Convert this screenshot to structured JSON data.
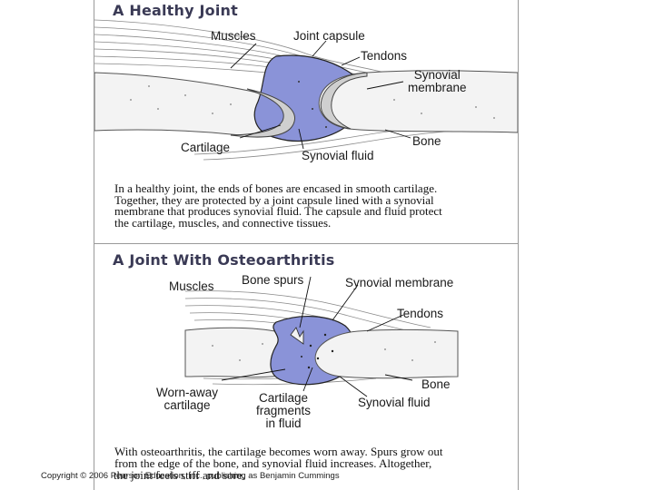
{
  "healthy": {
    "title": "A Healthy Joint",
    "labels": {
      "muscles": "Muscles",
      "joint_capsule": "Joint capsule",
      "tendons": "Tendons",
      "synovial_membrane_1": "Synovial",
      "synovial_membrane_2": "membrane",
      "cartilage": "Cartilage",
      "bone": "Bone",
      "synovial_fluid": "Synovial fluid"
    },
    "caption": [
      "In a healthy joint, the ends of bones are encased in smooth cartilage.",
      "Together, they are protected by a joint capsule lined with a synovial",
      "membrane that produces synovial fluid. The capsule and fluid protect",
      "the cartilage, muscles, and connective tissues."
    ]
  },
  "osteo": {
    "title": "A Joint With Osteoarthritis",
    "labels": {
      "muscles": "Muscles",
      "bone_spurs": "Bone spurs",
      "synovial_membrane": "Synovial membrane",
      "tendons": "Tendons",
      "worn_cartilage_1": "Worn-away",
      "worn_cartilage_2": "cartilage",
      "fragments_1": "Cartilage",
      "fragments_2": "fragments",
      "fragments_3": "in fluid",
      "bone": "Bone",
      "synovial_fluid": "Synovial fluid"
    },
    "caption": [
      "With osteoarthritis, the cartilage becomes worn away. Spurs grow out",
      "from the edge of the bone, and synovial fluid increases. Altogether,"
    ],
    "caption_overlay": "the joint feels stiff and sore."
  },
  "copyright": "Copyright © 2006 Pearson Education, Inc., publishing as Benjamin Cummings",
  "colors": {
    "fluid": "#8a93d8",
    "cartilage": "#cfcfcf",
    "bone_fill": "#f3f3f3",
    "tendon_lines": "#8a8a8a",
    "title": "#3a3a55"
  }
}
